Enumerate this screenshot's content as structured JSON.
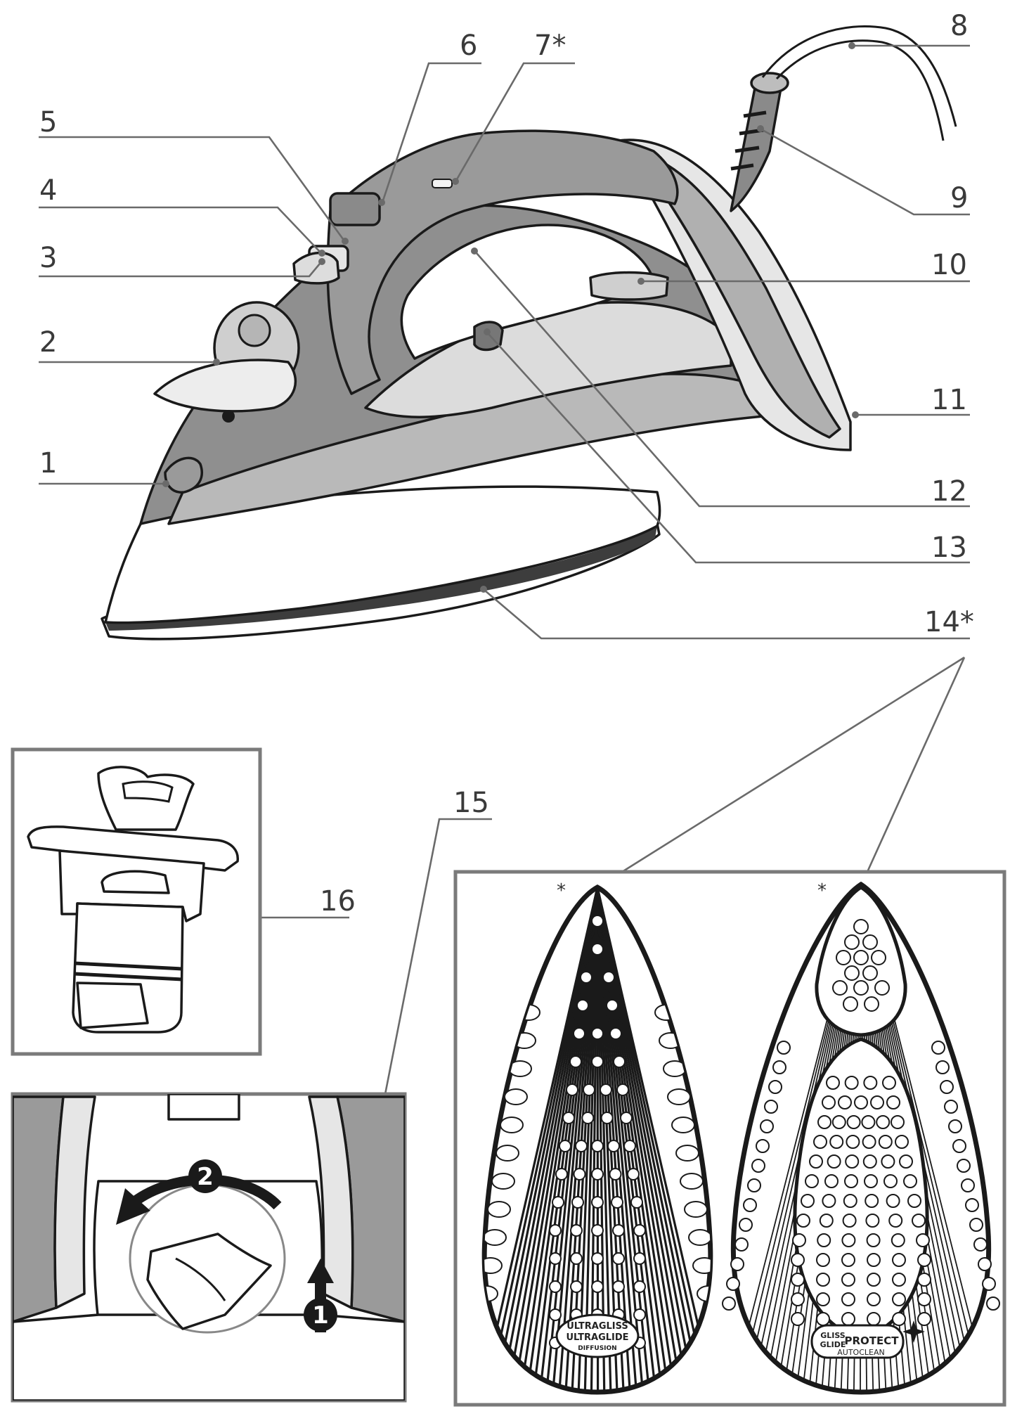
{
  "callouts": {
    "c1": "1",
    "c2": "2",
    "c3": "3",
    "c4": "4",
    "c5": "5",
    "c6": "6",
    "c7": "7*",
    "c8": "8",
    "c9": "9",
    "c10": "10",
    "c11": "11",
    "c12": "12",
    "c13": "13",
    "c14": "14*",
    "c15": "15",
    "c16": "16"
  },
  "steps": {
    "step1": "1",
    "step2": "2"
  },
  "soleplates": {
    "left": {
      "asterisk": "*",
      "logo_line1": "ULTRAGLISS",
      "logo_line2": "ULTRAGLIDE",
      "logo_line3": "DIFFUSION"
    },
    "right": {
      "asterisk": "*",
      "logo_line1": "GLISS",
      "logo_line2": "GLIDE",
      "logo_word": "PROTECT",
      "logo_line3": "AUTOCLEAN"
    }
  },
  "colors": {
    "line": "#6a6a6a",
    "iron_dark": "#8f8f8f",
    "iron_mid": "#b9b9b9",
    "iron_light": "#dcdcdc",
    "frame": "#7a7a7a"
  }
}
